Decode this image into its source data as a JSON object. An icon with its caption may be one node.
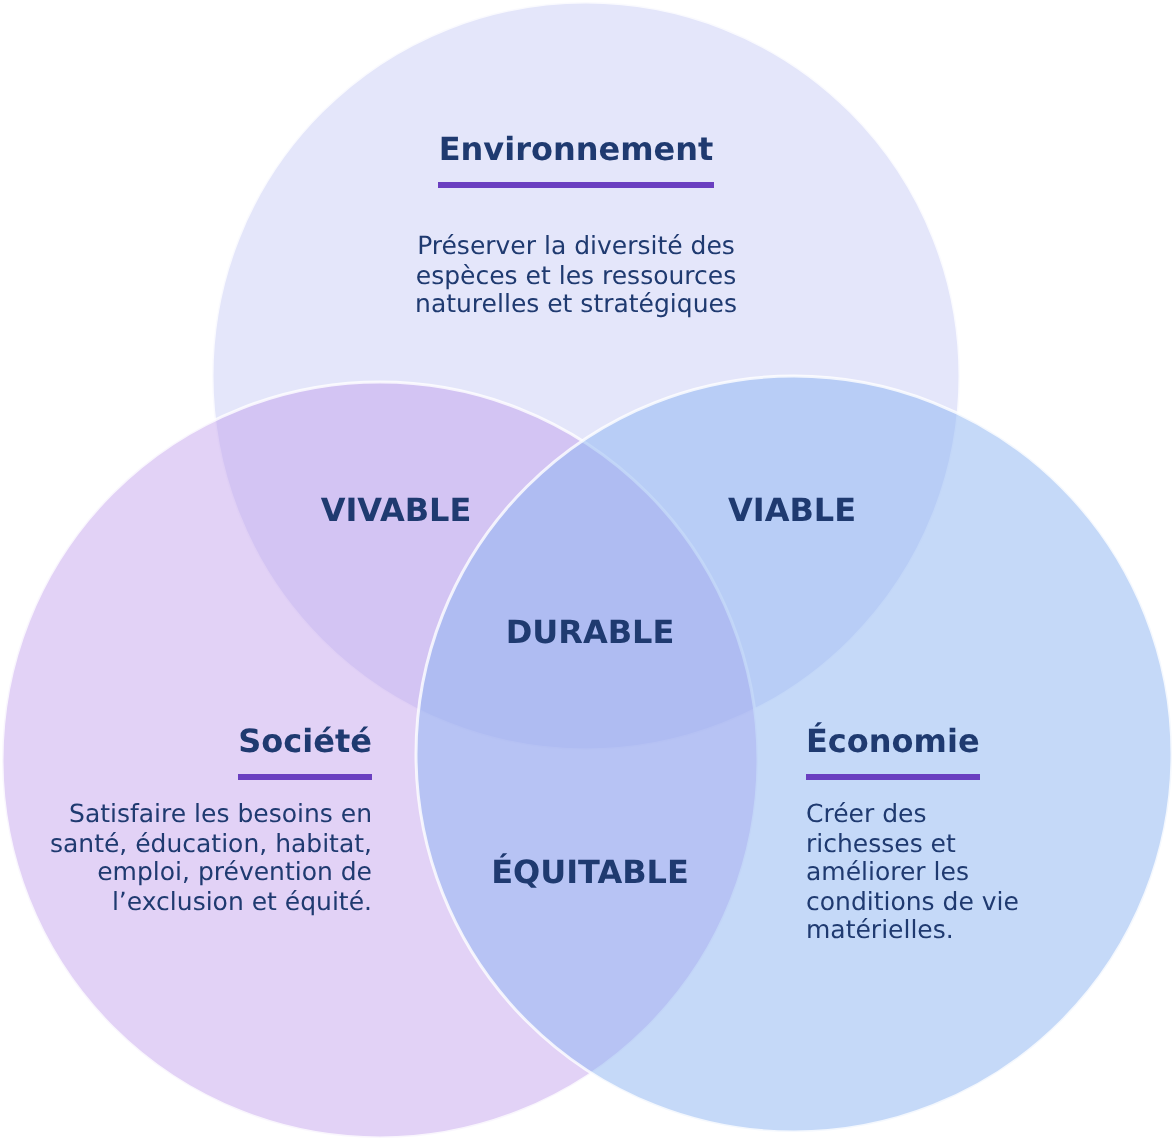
{
  "diagram": {
    "nodes": [
      {
        "text": [
          "Environnement",
          "Préserver la diversité des espèces et les ressources naturelles et stratégiques"
        ]
      },
      {
        "text": [
          "Société",
          "Satisfaire les besoins en santé, éducation, habitat, emploi, prévention de l’exclusion et équité."
        ]
      },
      {
        "text": [
          "Économie",
          "Créer des richesses et améliorer les conditions de vie matérielles."
        ]
      }
    ],
    "labels": [
      "VIVABLE",
      "VIABLE",
      "DURABLE",
      "ÉQUITABLE"
    ]
  }
}
